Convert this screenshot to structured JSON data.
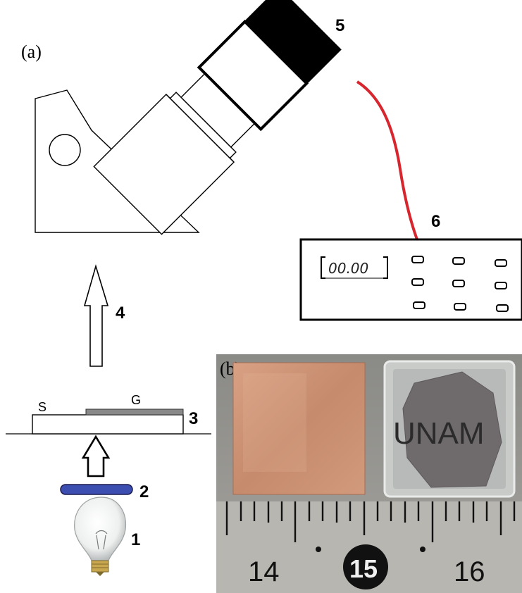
{
  "panel_a": {
    "label": "(a)",
    "num_labels": {
      "n1": "1",
      "n2": "2",
      "n3": "3",
      "n4": "4",
      "n5": "5",
      "n6": "6"
    },
    "sample_labels": {
      "s": "S",
      "g": "G"
    },
    "meter_display": "00.00"
  },
  "panel_b": {
    "label": "(b)",
    "sample_text": "UNAM",
    "ruler_labels": {
      "r14": "14",
      "r15": "15",
      "r16": "16"
    }
  },
  "colors": {
    "cable": "#d8262f",
    "filter": "#3c4fb0",
    "copper": "#c88a6a",
    "graphene_film": "#6f6a6c"
  }
}
